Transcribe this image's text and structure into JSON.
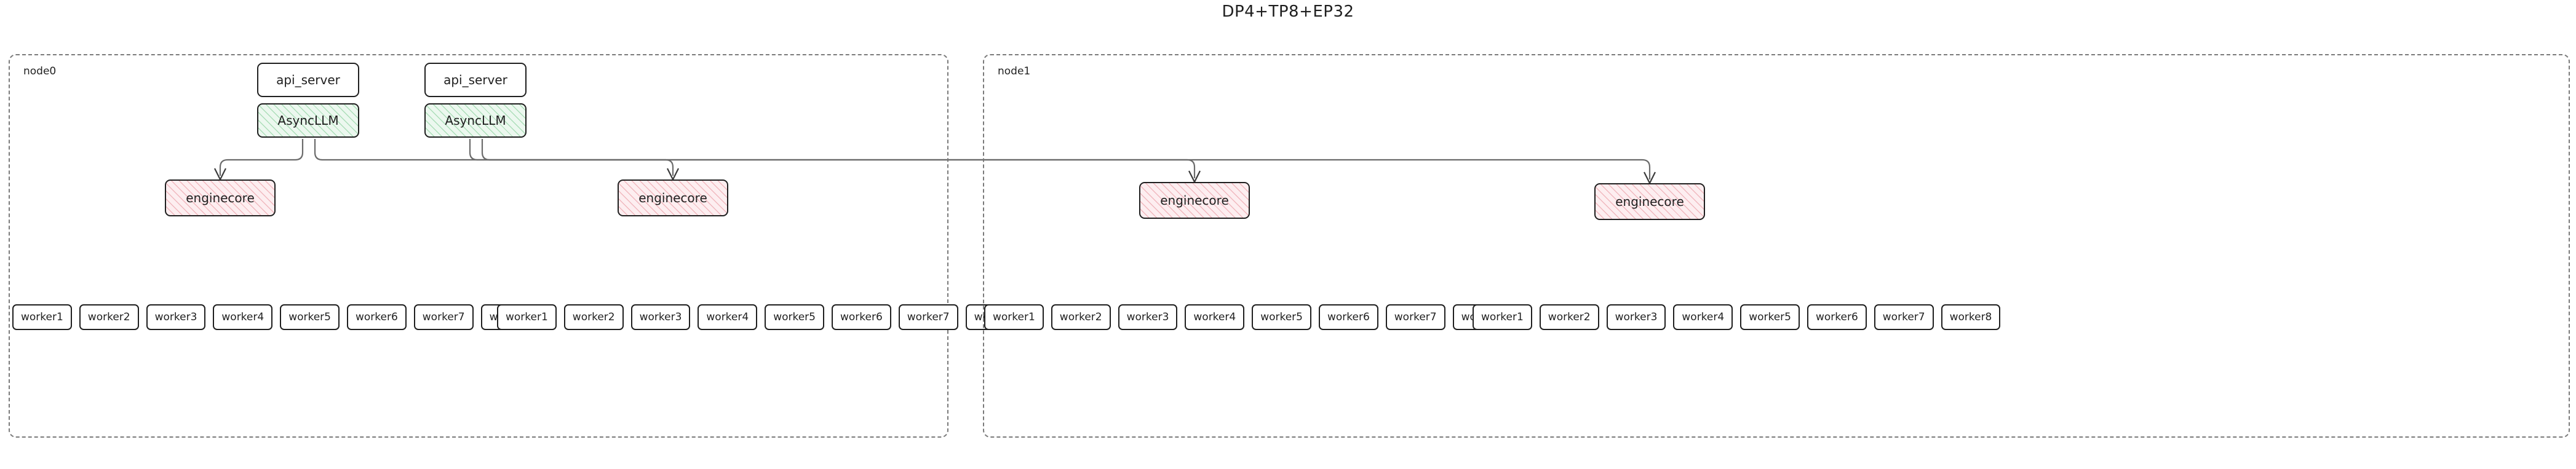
{
  "title": "DP4+TP8+EP32",
  "diagram": {
    "type": "architecture-flow",
    "accent_colors": {
      "async_fill": "#ecf8ef",
      "async_hatch": "#78c88c",
      "engine_fill": "#fdeef0",
      "engine_hatch": "#e68c96",
      "box_stroke": "#1f1f1f",
      "edge_stroke": "#6b6b6b",
      "subgraph_stroke": "#7a7a7a"
    },
    "nodes": [
      {
        "id": "node0",
        "label": "node0",
        "groups": [
          {
            "api_server": "api_server",
            "async_llm": "AsyncLLM",
            "engine_core": "enginecore",
            "workers": [
              "worker1",
              "worker2",
              "worker3",
              "worker4",
              "worker5",
              "worker6",
              "worker7",
              "worker8"
            ]
          },
          {
            "api_server": "api_server",
            "async_llm": "AsyncLLM",
            "engine_core": "enginecore",
            "workers": [
              "worker1",
              "worker2",
              "worker3",
              "worker4",
              "worker5",
              "worker6",
              "worker7",
              "worker8"
            ]
          }
        ]
      },
      {
        "id": "node1",
        "label": "node1",
        "groups": [
          {
            "engine_core": "enginecore",
            "workers": [
              "worker1",
              "worker2",
              "worker3",
              "worker4",
              "worker5",
              "worker6",
              "worker7",
              "worker8"
            ]
          },
          {
            "engine_core": "enginecore",
            "workers": [
              "worker1",
              "worker2",
              "worker3",
              "worker4",
              "worker5",
              "worker6",
              "worker7",
              "worker8"
            ]
          }
        ]
      }
    ]
  }
}
